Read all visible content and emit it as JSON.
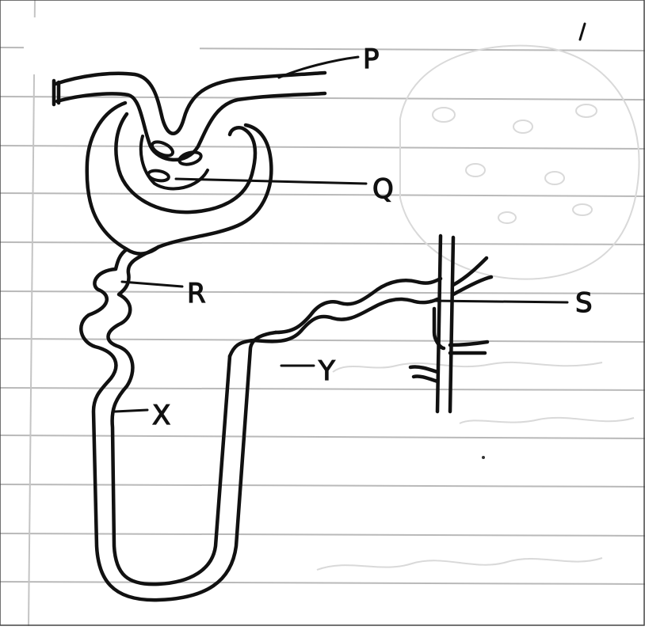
{
  "diagram": {
    "labels": {
      "p": "P",
      "q": "Q",
      "r": "R",
      "s": "S",
      "x": "X",
      "y": "Y"
    }
  },
  "colors": {
    "ink": "#111111",
    "paper": "#ffffff",
    "rule_line": "#b9b9b9",
    "margin_line": "#c4c4c4",
    "bleed_through": "#d6d6d6"
  }
}
